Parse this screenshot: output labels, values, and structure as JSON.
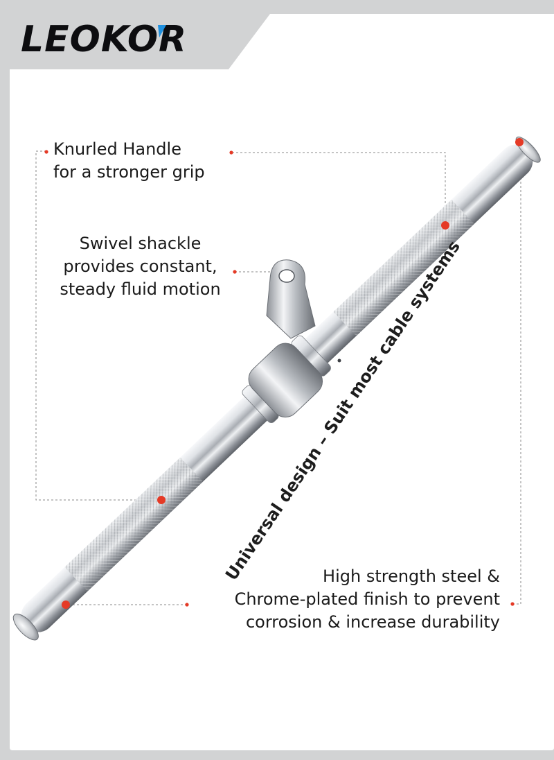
{
  "brand": {
    "logo_text": "LEOKOR",
    "accent_color": "#1e90e0",
    "ink_color": "#0d0d10"
  },
  "colors": {
    "background_outer": "#d2d3d4",
    "panel": "#ffffff",
    "dot": "#e53a26",
    "leader_line": "#8a8a8a",
    "chrome_light": "#f4f5f7",
    "chrome_dark": "#6c7077"
  },
  "callouts": {
    "knurled": {
      "line1": "Knurled Handle",
      "line2": "for a stronger grip"
    },
    "swivel": {
      "line1": "Swivel shackle",
      "line2": "provides constant,",
      "line3": "steady fluid motion"
    },
    "strength": {
      "line1": "High strength  steel &",
      "line2": "Chrome-plated finish to prevent",
      "line3": "corrosion & increase durability"
    }
  },
  "diagonal": {
    "text": "Universal design – Suit most cable systems"
  },
  "product": {
    "icon": "chrome-straight-bar-with-swivel-shackle"
  }
}
